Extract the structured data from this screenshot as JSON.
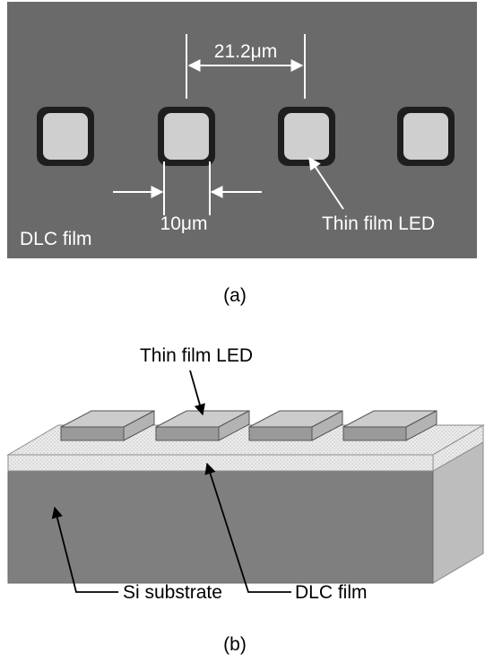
{
  "panel_a": {
    "pitch_label": "21.2μm",
    "size_label": "10μm",
    "led_label": "Thin film LED",
    "film_label": "DLC film",
    "caption": "(a)",
    "colors": {
      "background": "#6a6a6a",
      "pad": "#cfcfcf",
      "text": "#ffffff"
    }
  },
  "panel_b": {
    "led_label": "Thin film LED",
    "substrate_label": "Si substrate",
    "film_label": "DLC film",
    "caption": "(b)",
    "colors": {
      "substrate_front": "#7f7f7f",
      "substrate_side": "#bdbdbd",
      "film": "#e6e6e6",
      "led_top": "#cccccc",
      "led_front": "#9a9a9a"
    }
  }
}
